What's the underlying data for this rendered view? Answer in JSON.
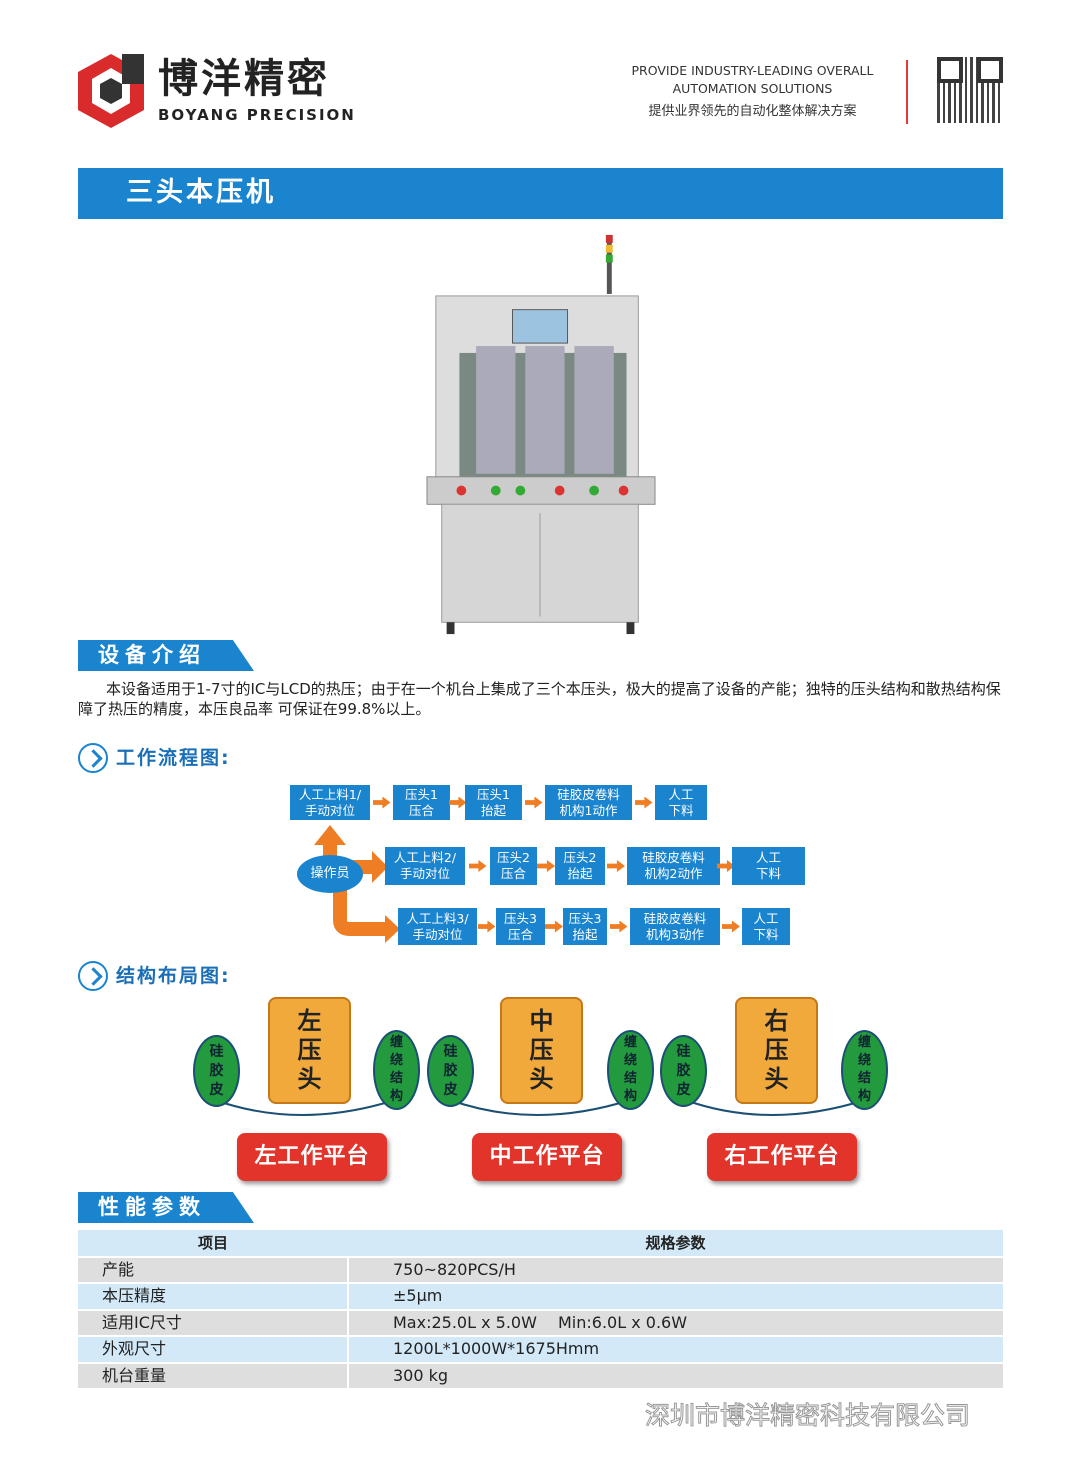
{
  "header": {
    "brand_cn": "博洋精密",
    "brand_en": "BOYANG PRECISION",
    "tagline_en_1": "PROVIDE INDUSTRY-LEADING OVERALL",
    "tagline_en_2": "AUTOMATION SOLUTIONS",
    "tagline_cn": "提供业界领先的自动化整体解决方案"
  },
  "title": "三头本压机",
  "intro": {
    "heading": "设备介绍",
    "text": "本设备适用于1-7寸的IC与LCD的热压；由于在一个机台上集成了三个本压头，极大的提高了设备的产能；独特的压头结构和散热结构保障了热压的精度，本压良品率 可保证在99.8%以上。"
  },
  "flow": {
    "heading": "工作流程图:",
    "operator": "操作员",
    "rows": [
      [
        "人工上料1/\n手动对位",
        "压头1\n压合",
        "压头1\n抬起",
        "硅胶皮卷料\n机构1动作",
        "人工\n下料"
      ],
      [
        "人工上料2/\n手动对位",
        "压头2\n压合",
        "压头2\n抬起",
        "硅胶皮卷料\n机构2动作",
        "人工\n下料"
      ],
      [
        "人工上料3/\n手动对位",
        "压头3\n压合",
        "压头3\n抬起",
        "硅胶皮卷料\n机构3动作",
        "人工\n下料"
      ]
    ]
  },
  "layout": {
    "heading": "结构布局图:",
    "silicone": "硅\n胶\n皮",
    "winding": "缠\n绕\n结\n构",
    "heads": [
      "左\n压\n头",
      "中\n压\n头",
      "右\n压\n头"
    ],
    "platforms": [
      "左工作平台",
      "中工作平台",
      "右工作平台"
    ]
  },
  "specs": {
    "heading": "性能参数",
    "col1": "项目",
    "col2": "规格参数",
    "rows": [
      [
        "产能",
        "750~820PCS/H"
      ],
      [
        "本压精度",
        "±5μm"
      ],
      [
        "适用IC尺寸",
        "Max:25.0L x 5.0W　 Min:6.0L x 0.6W"
      ],
      [
        "外观尺寸",
        "1200L*1000W*1675Hmm"
      ],
      [
        "机台重量",
        "300 kg"
      ]
    ]
  },
  "footer": "深圳市博洋精密科技有限公司"
}
